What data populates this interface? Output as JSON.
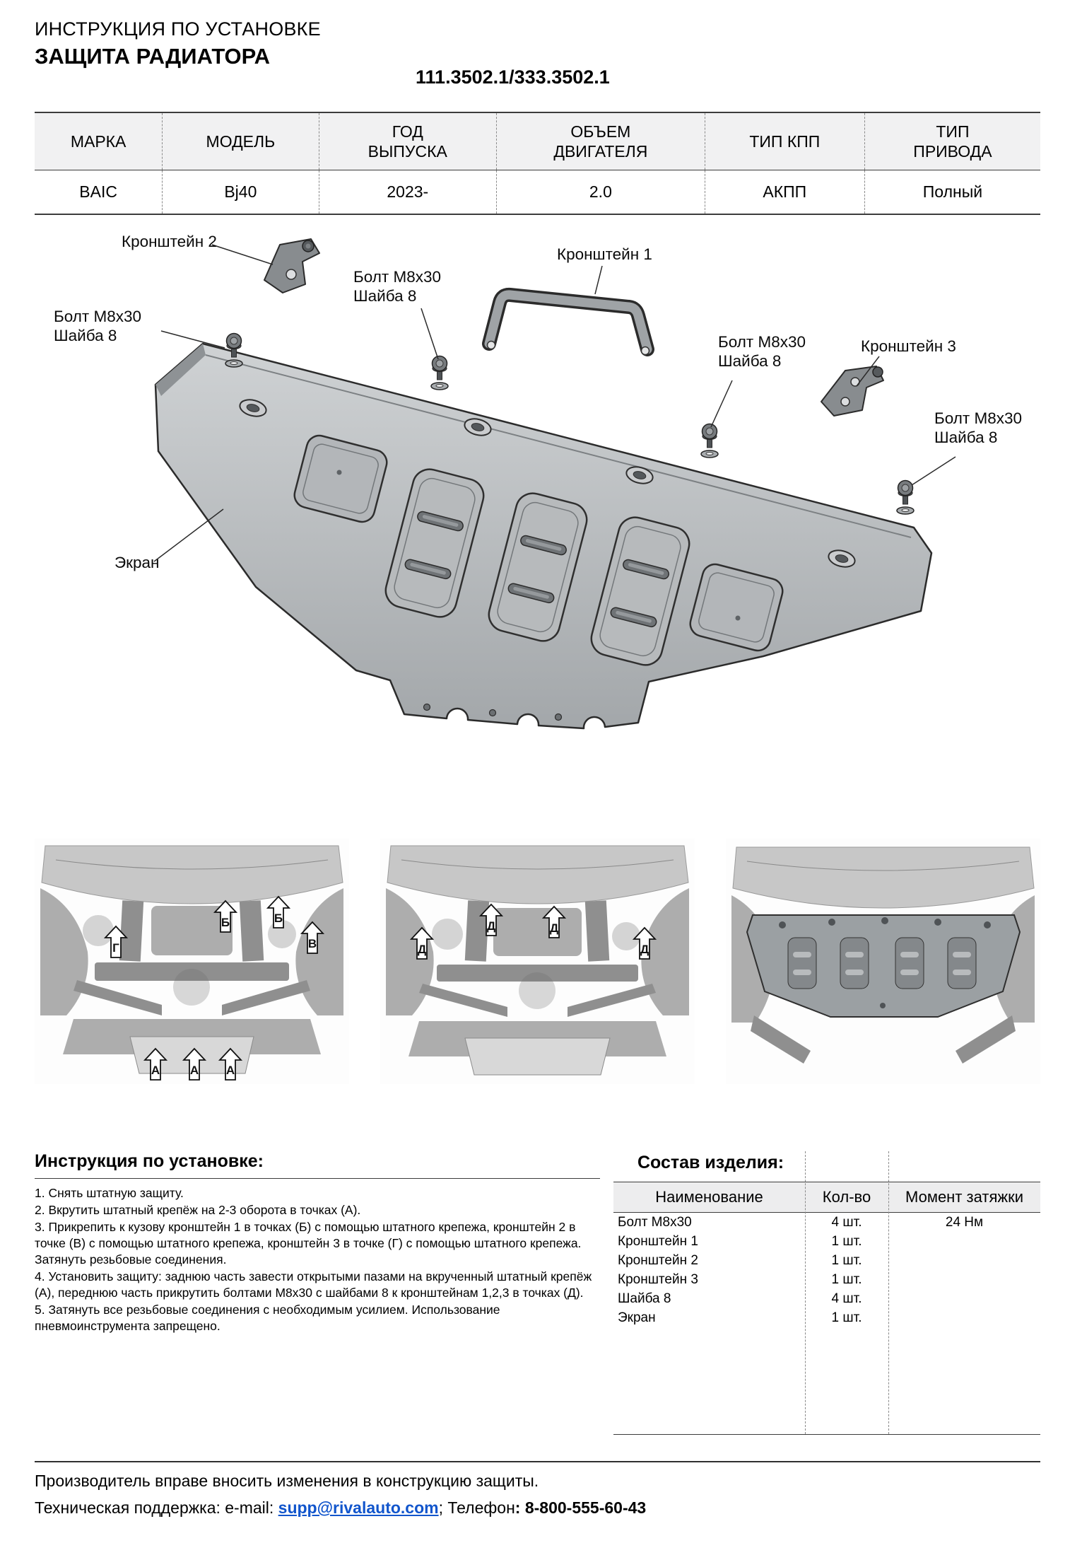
{
  "header": {
    "doc_type": "ИНСТРУКЦИЯ ПО УСТАНОВКЕ",
    "product": "ЗАЩИТА РАДИАТОРА",
    "part_number": "111.3502.1/333.3502.1"
  },
  "spec": {
    "headers": [
      "МАРКА",
      "МОДЕЛЬ",
      "ГОД\nВЫПУСКА",
      "ОБЪЕМ\nДВИГАТЕЛЯ",
      "ТИП КПП",
      "ТИП\nПРИВОДА"
    ],
    "values": [
      "BAIC",
      "Bj40",
      "2023-",
      "2.0",
      "АКПП",
      "Полный"
    ]
  },
  "diagram": {
    "labels": {
      "bracket1": "Кронштейн 1",
      "bracket2": "Кронштейн 2",
      "bracket3": "Кронштейн 3",
      "bolt": "Болт М8х30",
      "washer": "Шайба 8",
      "shield": "Экран"
    }
  },
  "photos": {
    "markers": {
      "a": "А",
      "b": "Б",
      "v": "В",
      "g": "Г",
      "d": "Д"
    }
  },
  "instructions": {
    "title": "Инструкция по установке:",
    "steps": [
      "1. Снять штатную защиту.",
      "2. Вкрутить штатный крепёж на 2-3 оборота  в точках (А).",
      "3. Прикрепить к кузову кронштейн 1 в точках (Б) с помощью штатного крепежа, кронштейн 2 в точке (В) с помощью штатного крепежа, кронштейн 3 в точке (Г) с помощью штатного крепежа. Затянуть резьбовые соединения.",
      "4. Установить защиту: заднюю часть завести открытыми пазами на вкрученный штатный крепёж (А), переднюю часть прикрутить болтами М8х30 с шайбами 8 к кронштейнам 1,2,3 в точках (Д).",
      "5. Затянуть все резьбовые соединения с необходимым усилием. Использование пневмоинструмента запрещено."
    ]
  },
  "parts": {
    "title": "Состав изделия:",
    "headers": [
      "Наименование",
      "Кол-во",
      "Момент затяжки"
    ],
    "rows": [
      {
        "name": "Болт М8х30",
        "qty": "4 шт.",
        "torque": "24 Нм"
      },
      {
        "name": "Кронштейн 1",
        "qty": "1 шт.",
        "torque": ""
      },
      {
        "name": "Кронштейн 2",
        "qty": "1 шт.",
        "torque": ""
      },
      {
        "name": "Кронштейн 3",
        "qty": "1 шт.",
        "torque": ""
      },
      {
        "name": "Шайба 8",
        "qty": "4 шт.",
        "torque": ""
      },
      {
        "name": "Экран",
        "qty": "1 шт.",
        "torque": ""
      }
    ]
  },
  "footer": {
    "line1": "Производитель вправе вносить изменения в конструкцию защиты.",
    "support_prefix": "Техническая поддержка:  e-mail: ",
    "email": "supp@rivalauto.com",
    "after_email": "; Телефон",
    "phone": ": 8-800-555-60-43"
  }
}
